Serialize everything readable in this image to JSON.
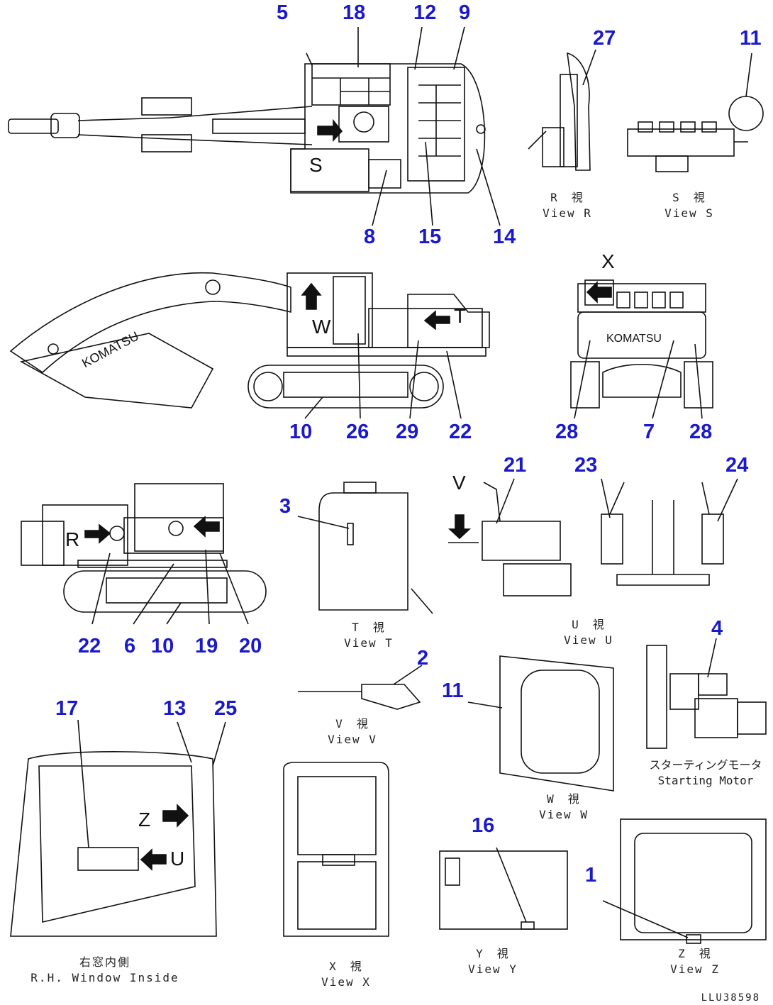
{
  "callouts": [
    {
      "id": "c5",
      "text": "5"
    },
    {
      "id": "c18",
      "text": "18"
    },
    {
      "id": "c12",
      "text": "12"
    },
    {
      "id": "c9",
      "text": "9"
    },
    {
      "id": "c27",
      "text": "27"
    },
    {
      "id": "c11a",
      "text": "11"
    },
    {
      "id": "c8",
      "text": "8"
    },
    {
      "id": "c15",
      "text": "15"
    },
    {
      "id": "c14",
      "text": "14"
    },
    {
      "id": "c10a",
      "text": "10"
    },
    {
      "id": "c26",
      "text": "26"
    },
    {
      "id": "c29",
      "text": "29"
    },
    {
      "id": "c22a",
      "text": "22"
    },
    {
      "id": "c28a",
      "text": "28"
    },
    {
      "id": "c7",
      "text": "7"
    },
    {
      "id": "c28b",
      "text": "28"
    },
    {
      "id": "c3",
      "text": "3"
    },
    {
      "id": "c21",
      "text": "21"
    },
    {
      "id": "c23",
      "text": "23"
    },
    {
      "id": "c24",
      "text": "24"
    },
    {
      "id": "c22b",
      "text": "22"
    },
    {
      "id": "c6",
      "text": "6"
    },
    {
      "id": "c10b",
      "text": "10"
    },
    {
      "id": "c19",
      "text": "19"
    },
    {
      "id": "c20",
      "text": "20"
    },
    {
      "id": "c4",
      "text": "4"
    },
    {
      "id": "c2",
      "text": "2"
    },
    {
      "id": "c11b",
      "text": "11"
    },
    {
      "id": "c17",
      "text": "17"
    },
    {
      "id": "c13",
      "text": "13"
    },
    {
      "id": "c25",
      "text": "25"
    },
    {
      "id": "c16",
      "text": "16"
    },
    {
      "id": "c1",
      "text": "1"
    }
  ],
  "captions": {
    "view_r": {
      "jp": "R　視",
      "en": "View R"
    },
    "view_s": {
      "jp": "S　視",
      "en": "View S"
    },
    "view_t": {
      "jp": "T　視",
      "en": "View T"
    },
    "view_u": {
      "jp": "U　視",
      "en": "View U"
    },
    "view_v": {
      "jp": "V　視",
      "en": "View V"
    },
    "view_w": {
      "jp": "W　視",
      "en": "View W"
    },
    "starting_motor": {
      "jp": "スターティングモータ",
      "en": "Starting Motor"
    },
    "rh_window": {
      "jp": "右窓内側",
      "en": "R.H. Window Inside"
    },
    "view_x": {
      "jp": "X　視",
      "en": "View X"
    },
    "view_y": {
      "jp": "Y　視",
      "en": "View Y"
    },
    "view_z": {
      "jp": "Z　視",
      "en": "View Z"
    }
  },
  "view_letters": {
    "r": "R",
    "s": "S",
    "t": "T",
    "u": "U",
    "v": "V",
    "w": "W",
    "x": "X",
    "y": "Y",
    "z": "Z"
  },
  "brand": "KOMATSU",
  "drawing_code": "LLU38598",
  "colors": {
    "callout": "#1a1acc",
    "line": "#111111",
    "arrow": "#111111"
  }
}
